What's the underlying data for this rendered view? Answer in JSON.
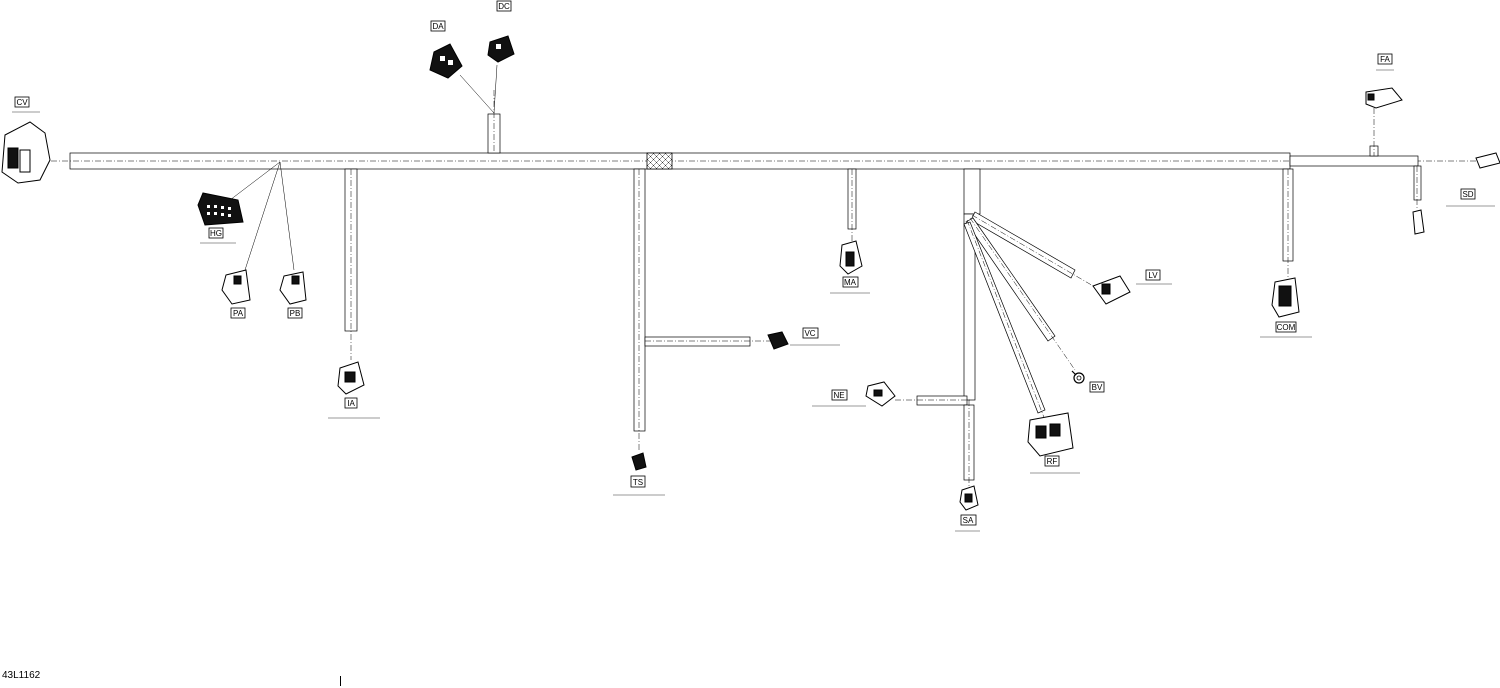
{
  "figure_id": "43L1162",
  "connectors": [
    {
      "code": "CV",
      "desc1": "",
      "desc2": ""
    },
    {
      "code": "DA",
      "desc1": "",
      "desc2": ""
    },
    {
      "code": "DC",
      "desc1": "",
      "desc2": ""
    },
    {
      "code": "HG",
      "desc1": "",
      "desc2": ""
    },
    {
      "code": "PA",
      "desc1": "",
      "desc2": ""
    },
    {
      "code": "PB",
      "desc1": "",
      "desc2": ""
    },
    {
      "code": "IA",
      "desc1": "",
      "desc2": ""
    },
    {
      "code": "TS",
      "desc1": "",
      "desc2": ""
    },
    {
      "code": "VC",
      "desc1": "",
      "desc2": ""
    },
    {
      "code": "MA",
      "desc1": "",
      "desc2": ""
    },
    {
      "code": "NE",
      "desc1": "",
      "desc2": ""
    },
    {
      "code": "SA",
      "desc1": "",
      "desc2": ""
    },
    {
      "code": "RF",
      "desc1": "",
      "desc2": ""
    },
    {
      "code": "BV",
      "desc1": "",
      "desc2": ""
    },
    {
      "code": "LV",
      "desc1": "",
      "desc2": ""
    },
    {
      "code": "COM",
      "desc1": "",
      "desc2": ""
    },
    {
      "code": "FA",
      "desc1": "",
      "desc2": ""
    },
    {
      "code": "SD",
      "desc1": "",
      "desc2": ""
    }
  ],
  "colors": {
    "line": "#000000",
    "background": "#ffffff"
  }
}
